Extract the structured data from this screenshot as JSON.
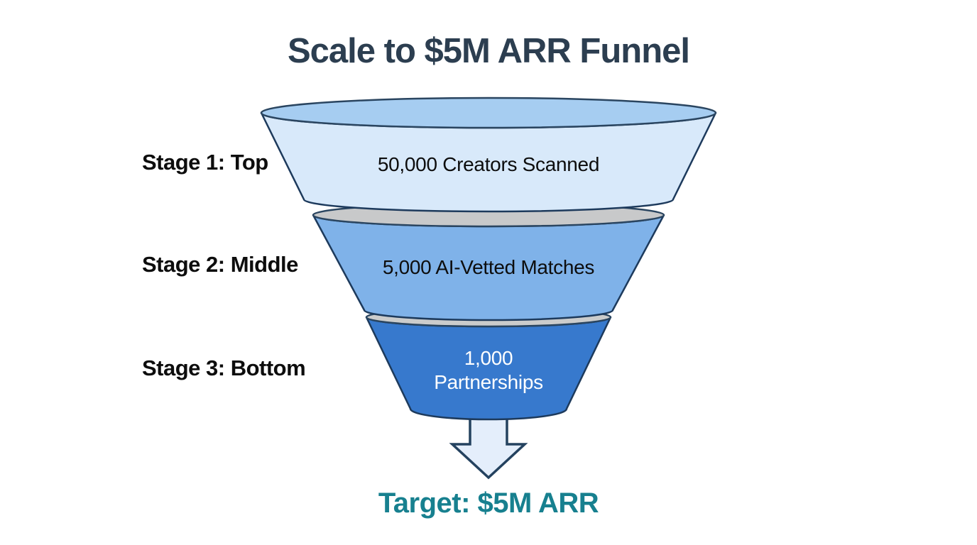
{
  "title": "Scale to $5M ARR Funnel",
  "funnel": {
    "stages": [
      {
        "label": "Stage 1: Top",
        "value": "50,000 Creators Scanned"
      },
      {
        "label": "Stage 2: Middle",
        "value": "5,000 AI-Vetted Matches"
      },
      {
        "label": "Stage 3: Bottom",
        "value": "1,000 Partnerships"
      }
    ],
    "target_label": "Target: $5M ARR"
  },
  "colors": {
    "title_text": "#2c3e50",
    "target_text": "#17808f",
    "outline": "#1d3a5c",
    "stage1_body": "#d8e9fa",
    "stage1_mouth": "#a6cdf1",
    "stage2_body": "#7fb2e9",
    "stage2_mouth": "#c8c9ca",
    "stage3_body": "#3779cd",
    "stage3_mouth": "#cbcccc",
    "arrow_fill": "#e4eefb"
  },
  "chart_data": {
    "type": "funnel",
    "title": "Scale to $5M ARR Funnel",
    "stages": [
      "Stage 1: Top",
      "Stage 2: Middle",
      "Stage 3: Bottom"
    ],
    "labels": [
      "50,000 Creators Scanned",
      "5,000 AI-Vetted Matches",
      "1,000 Partnerships"
    ],
    "values": [
      50000,
      5000,
      1000
    ],
    "target": "Target: $5M ARR",
    "legend_position": "left",
    "grid": false
  }
}
